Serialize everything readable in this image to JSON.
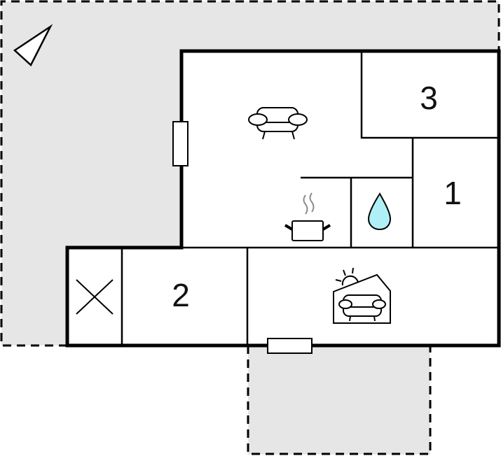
{
  "diagram": {
    "type": "floor-plan",
    "colors": {
      "wall": "#000000",
      "terrace_fill": "#e6e6e6",
      "room_fill": "#ffffff",
      "water_drop": "#aef0f5",
      "steam": "#8c8c8c"
    },
    "rooms": [
      {
        "id": "bedroom-1",
        "label": "1"
      },
      {
        "id": "bedroom-2",
        "label": "2"
      },
      {
        "id": "bedroom-3",
        "label": "3"
      }
    ],
    "icons": [
      {
        "name": "compass-north-arrow",
        "area": "top-left terrace"
      },
      {
        "name": "sofa-icon",
        "area": "living room"
      },
      {
        "name": "cooking-pot-icon",
        "area": "kitchen"
      },
      {
        "name": "water-drop-icon",
        "area": "bathroom"
      },
      {
        "name": "conservatory-sofa-sun-icon",
        "area": "sunroom"
      },
      {
        "name": "cross-icon",
        "area": "utility / storage"
      }
    ],
    "terraces": [
      "top-left terrace (dashed)",
      "bottom terrace (dashed)"
    ],
    "doors": [
      "west wall door",
      "south wall door"
    ]
  }
}
